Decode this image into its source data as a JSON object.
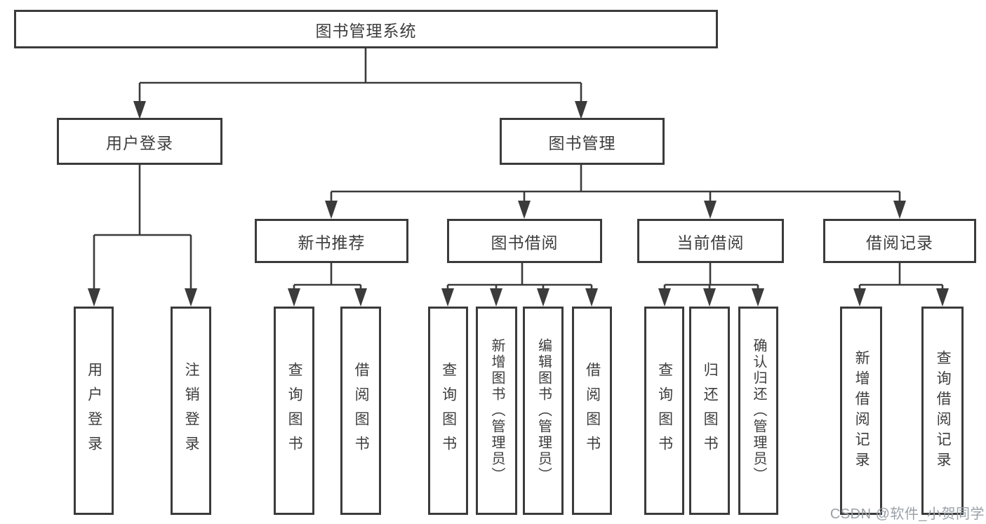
{
  "diagram": {
    "type": "tree",
    "root": {
      "id": "library-system",
      "label": "图书管理系统"
    },
    "level2": [
      {
        "id": "user-login",
        "label": "用户登录",
        "parent": "library-system"
      },
      {
        "id": "book-management",
        "label": "图书管理",
        "parent": "library-system"
      }
    ],
    "level3": [
      {
        "id": "new-book-recommend",
        "label": "新书推荐",
        "parent": "book-management"
      },
      {
        "id": "book-borrow",
        "label": "图书借阅",
        "parent": "book-management"
      },
      {
        "id": "current-borrow",
        "label": "当前借阅",
        "parent": "book-management"
      },
      {
        "id": "borrow-records",
        "label": "借阅记录",
        "parent": "book-management"
      }
    ],
    "leaves": [
      {
        "label": "用户登录",
        "parent": "user-login"
      },
      {
        "label": "注销登录",
        "parent": "user-login"
      },
      {
        "label": "查询图书",
        "parent": "new-book-recommend"
      },
      {
        "label": "借阅图书",
        "parent": "new-book-recommend"
      },
      {
        "label": "查询图书",
        "parent": "book-borrow"
      },
      {
        "label": "新增图书（管理员）",
        "parent": "book-borrow"
      },
      {
        "label": "编辑图书（管理员）",
        "parent": "book-borrow"
      },
      {
        "label": "借阅图书",
        "parent": "book-borrow"
      },
      {
        "label": "查询图书",
        "parent": "current-borrow"
      },
      {
        "label": "归还图书",
        "parent": "current-borrow"
      },
      {
        "label": "确认归还（管理员）",
        "parent": "current-borrow"
      },
      {
        "label": "新增借阅记录",
        "parent": "borrow-records"
      },
      {
        "label": "查询借阅记录",
        "parent": "borrow-records"
      }
    ]
  },
  "watermark": {
    "text": "CSDN @软件_小贺同学"
  },
  "colors": {
    "line": "#3b3b3b",
    "box_border": "#3b3b3b",
    "box_fill": "#ffffff",
    "text": "#3d3d3d",
    "watermark": "#9aa1a8",
    "background": "#ffffff"
  }
}
